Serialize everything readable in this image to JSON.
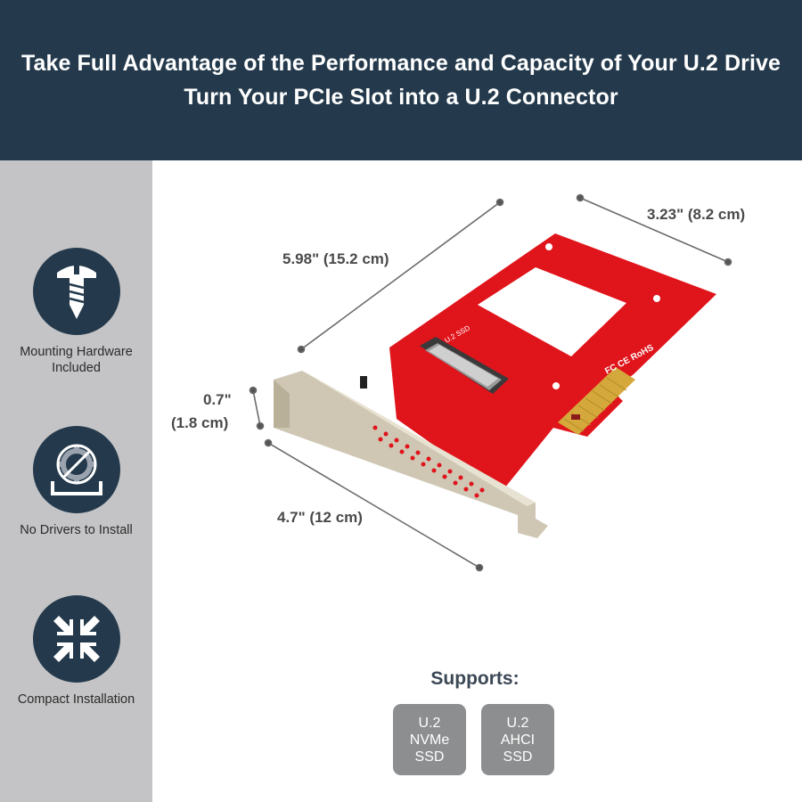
{
  "header": {
    "line1": "Take Full Advantage of the Performance and Capacity of Your U.2 Drive",
    "line2": "Turn Your PCIe Slot into a U.2 Connector"
  },
  "sidebar": {
    "features": [
      {
        "icon": "screw-icon",
        "label": "Mounting Hardware Included"
      },
      {
        "icon": "no-drivers-icon",
        "label": "No Drivers to Install"
      },
      {
        "icon": "compress-arrows-icon",
        "label": "Compact Installation"
      }
    ]
  },
  "dimensions": {
    "length": "5.98\" (15.2 cm)",
    "height_card": "3.23\" (8.2 cm)",
    "thickness_in": "0.7\"",
    "thickness_cm": "(1.8 cm)",
    "bracket": "4.7\" (12 cm)"
  },
  "supports": {
    "title": "Supports:",
    "items": [
      {
        "l1": "U.2",
        "l2": "NVMe",
        "l3": "SSD"
      },
      {
        "l1": "U.2",
        "l2": "AHCI",
        "l3": "SSD"
      }
    ]
  },
  "board_markings": {
    "port": "U.2 SSD",
    "certs": "FC CE RoHS"
  },
  "colors": {
    "header_bg": "#243a4c",
    "sidebar_bg": "#c4c4c6",
    "pcb_red": "#e0141b",
    "chip_gray": "#8d8e90"
  }
}
